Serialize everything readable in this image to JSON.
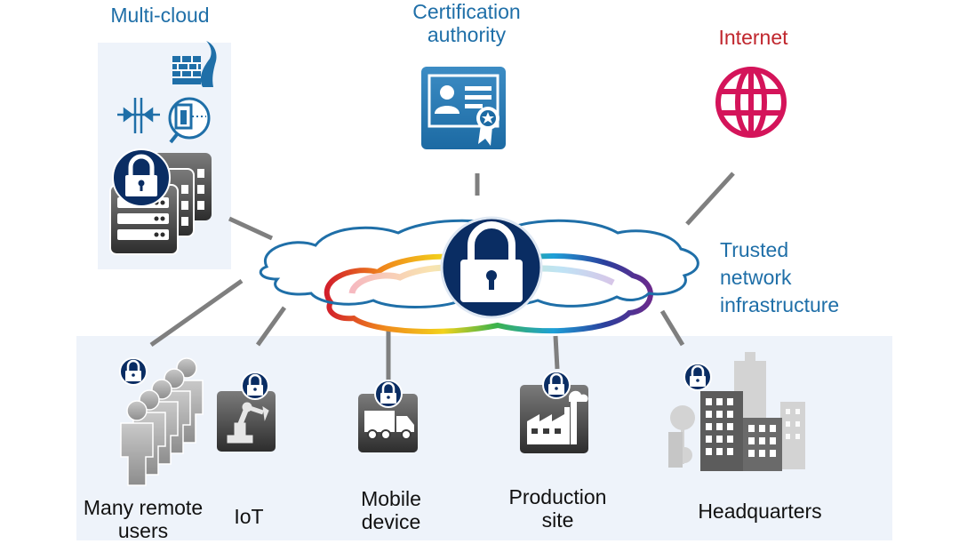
{
  "labels": {
    "multi_cloud": "Multi-cloud",
    "certification_authority": [
      "Certification",
      "authority"
    ],
    "internet": "Internet",
    "trusted_network": [
      "Trusted",
      "network",
      "infrastructure"
    ],
    "many_remote_users": [
      "Many remote",
      "users"
    ],
    "iot": "IoT",
    "mobile_device": [
      "Mobile",
      "device"
    ],
    "production_site": [
      "Production",
      "site"
    ],
    "headquarters": "Headquarters"
  },
  "colors": {
    "label_blue": "#1f6fa8",
    "internet_red": "#c0262d",
    "lock_navy": "#0a2d63",
    "connector_gray": "#7f7f7f",
    "panel_bg": "#eef3fa"
  },
  "icons": [
    "firewall-icon",
    "network-tap-icon",
    "inspection-icon",
    "server-stack-icon",
    "certificate-icon",
    "globe-icon",
    "lock-icon",
    "people-icon",
    "robot-arm-icon",
    "truck-icon",
    "factory-icon",
    "city-buildings-icon"
  ]
}
